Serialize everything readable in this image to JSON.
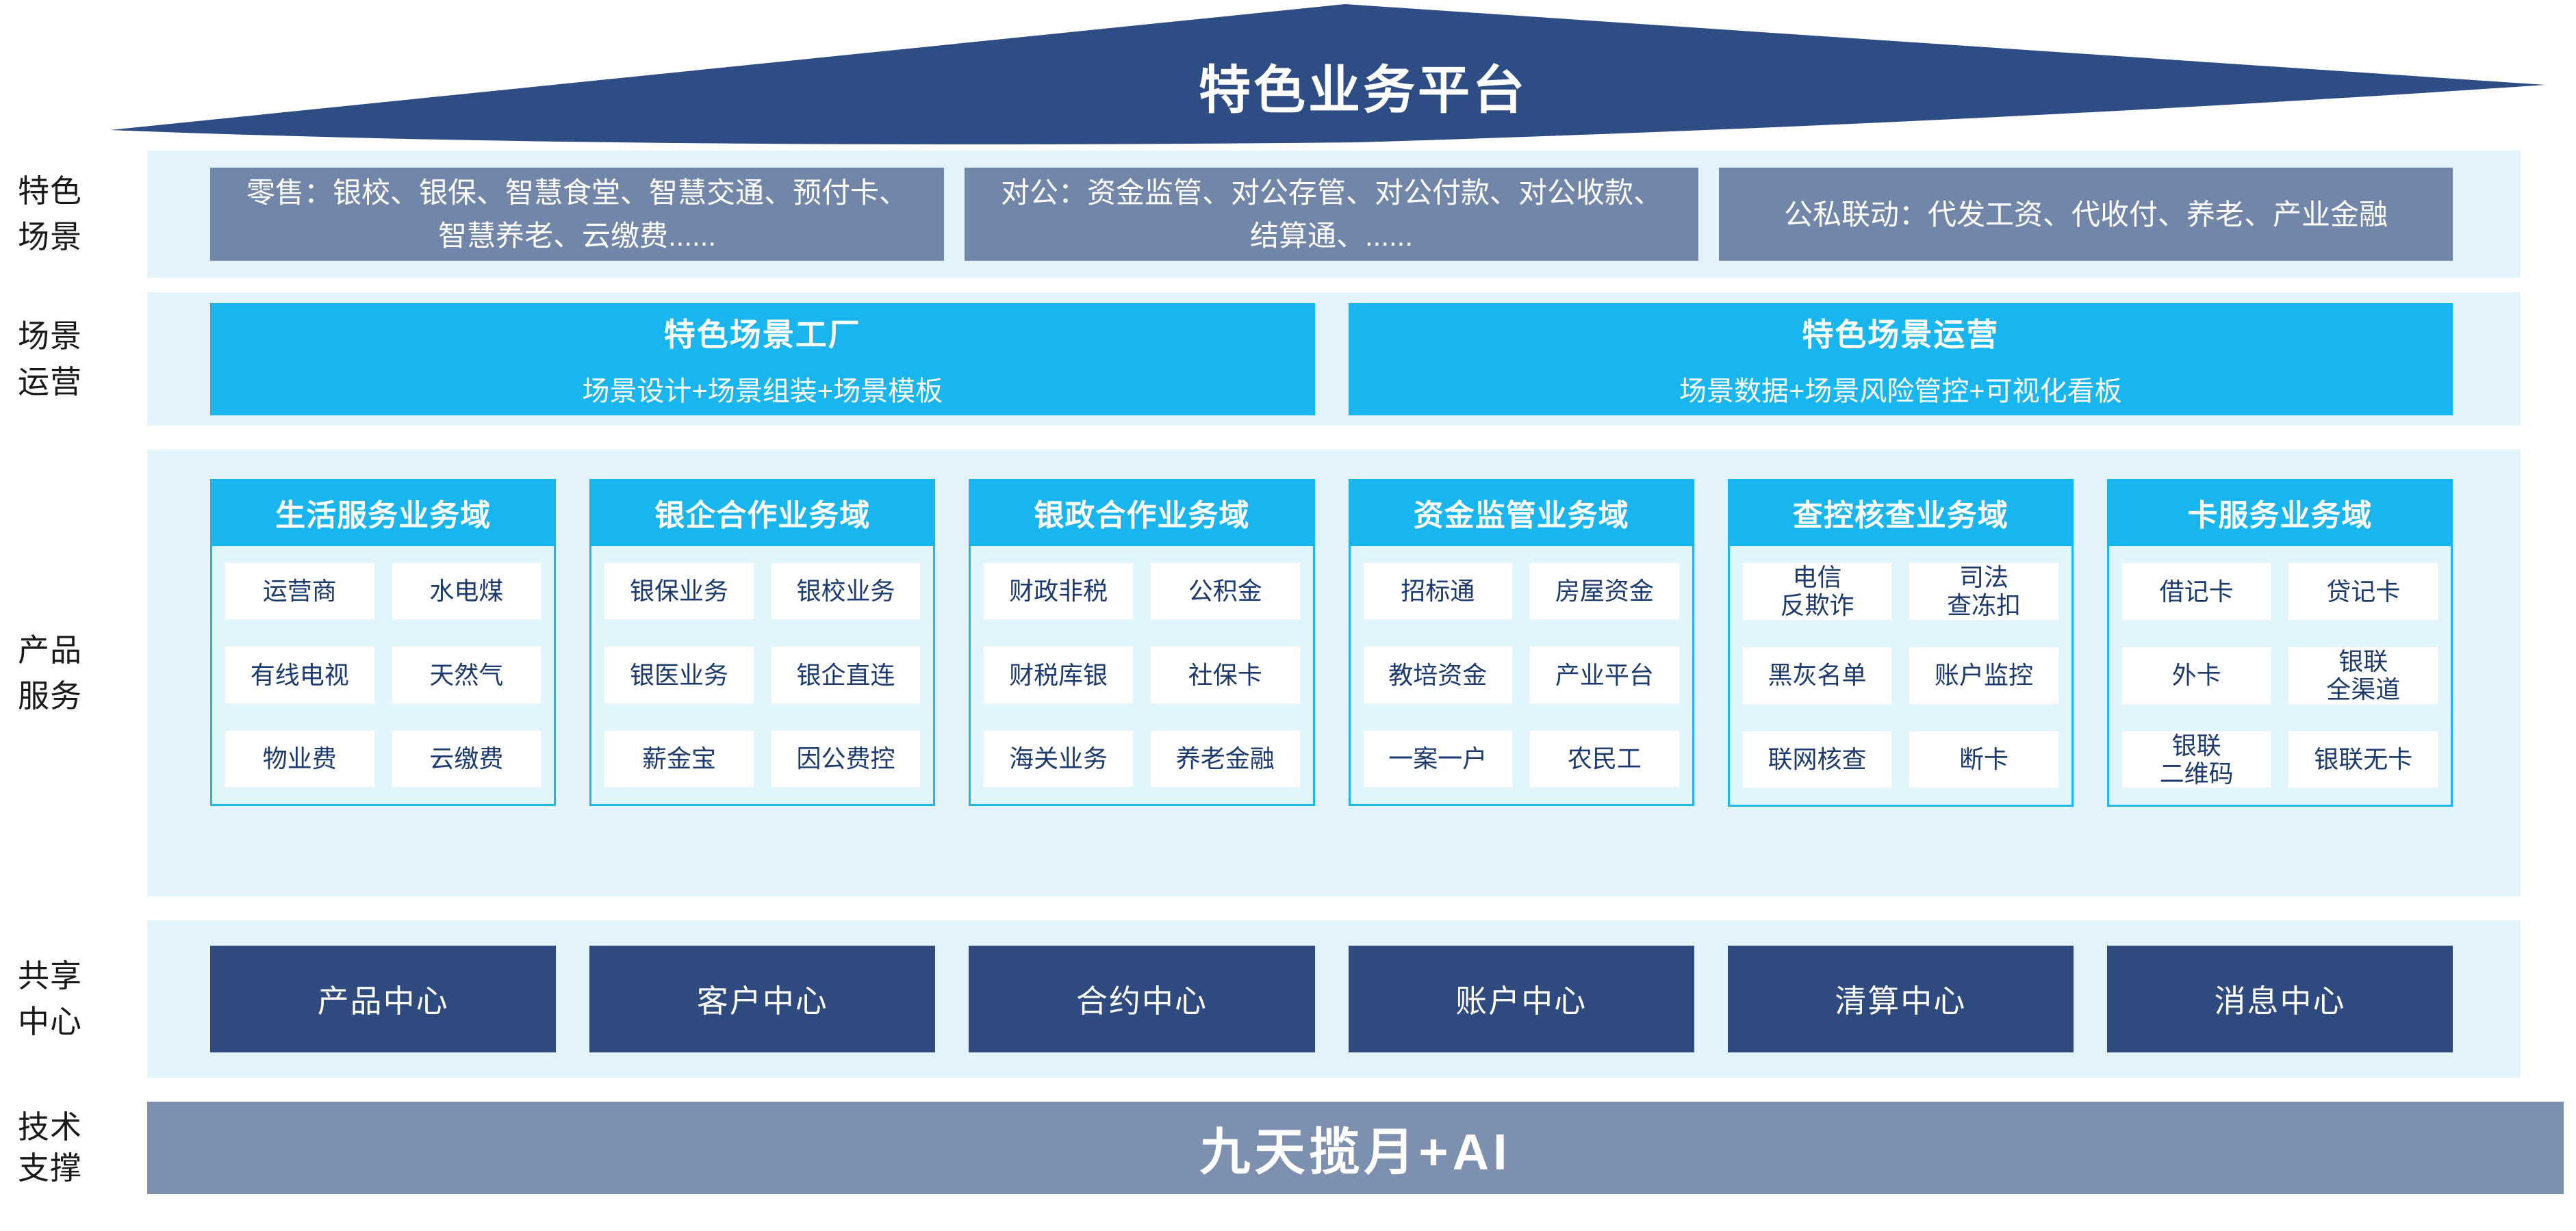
{
  "palette": {
    "roof_navy": "#2f4d85",
    "center_navy": "#2e4a7e",
    "slate_gray_blue": "#7286aa",
    "tech_bar_gray_blue": "#7e90af",
    "cyan": "#19b5ee",
    "band_light_blue": "#e3f3fb",
    "column_body_blue": "#e1f5fd",
    "cell_text_navy": "#1c3a70",
    "white": "#ffffff"
  },
  "roof": {
    "title": "特色业务平台"
  },
  "side_labels": {
    "scenario": "特色\n场景",
    "operation": "场景\n运营",
    "products": "产品\n服务",
    "shared": "共享\n中心",
    "tech": "技术\n支撑"
  },
  "scenario_row": {
    "boxes": [
      "零售：银校、银保、智慧食堂、智慧交通、预付卡、智慧养老、云缴费......",
      "对公：资金监管、对公存管、对公付款、对公收款、结算通、......",
      "公私联动：代发工资、代收付、养老、产业金融"
    ]
  },
  "operation_row": {
    "boxes": [
      {
        "title": "特色场景工厂",
        "subtitle": "场景设计+场景组装+场景模板"
      },
      {
        "title": "特色场景运营",
        "subtitle": "场景数据+场景风险管控+可视化看板"
      }
    ]
  },
  "product_columns": [
    {
      "header": "生活服务业务域",
      "cells": [
        "运营商",
        "水电煤",
        "有线电视",
        "天然气",
        "物业费",
        "云缴费"
      ]
    },
    {
      "header": "银企合作业务域",
      "cells": [
        "银保业务",
        "银校业务",
        "银医业务",
        "银企直连",
        "薪金宝",
        "因公费控"
      ]
    },
    {
      "header": "银政合作业务域",
      "cells": [
        "财政非税",
        "公积金",
        "财税库银",
        "社保卡",
        "海关业务",
        "养老金融"
      ]
    },
    {
      "header": "资金监管业务域",
      "cells": [
        "招标通",
        "房屋资金",
        "教培资金",
        "产业平台",
        "一案一户",
        "农民工"
      ]
    },
    {
      "header": "查控核查业务域",
      "cells": [
        "电信\n反欺诈",
        "司法\n查冻扣",
        "黑灰名单",
        "账户监控",
        "联网核查",
        "断卡"
      ]
    },
    {
      "header": "卡服务业务域",
      "cells": [
        "借记卡",
        "贷记卡",
        "外卡",
        "银联\n全渠道",
        "银联\n二维码",
        "银联无卡"
      ]
    }
  ],
  "shared_centers": {
    "boxes": [
      "产品中心",
      "客户中心",
      "合约中心",
      "账户中心",
      "清算中心",
      "消息中心"
    ]
  },
  "tech_bar": {
    "label": "九天揽月+AI"
  }
}
